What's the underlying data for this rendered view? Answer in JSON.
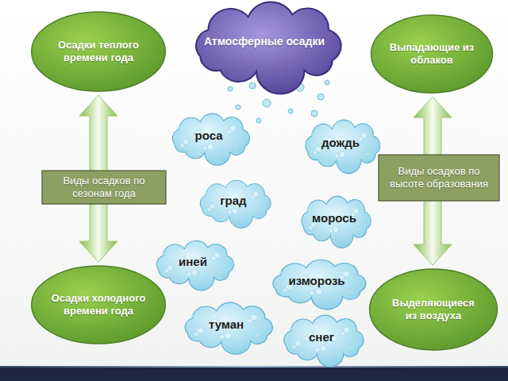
{
  "diagram": {
    "nodes": [
      {
        "text": [
          "Осадки теплого времени года"
        ]
      },
      {
        "text": [
          "Атмосферные осадки"
        ]
      },
      {
        "text": [
          "Выпадающие из облаков"
        ]
      },
      {
        "text": [
          "роса"
        ]
      },
      {
        "text": [
          "дождь"
        ]
      },
      {
        "text": [
          "Виды осадков по высоте образования"
        ]
      },
      {
        "text": [
          "Виды осадков по сезонам года"
        ]
      },
      {
        "text": [
          "град"
        ]
      },
      {
        "text": [
          "морось"
        ]
      },
      {
        "text": [
          "иней"
        ]
      },
      {
        "text": [
          "изморозь"
        ]
      },
      {
        "text": [
          "Осадки холодного времени года"
        ]
      },
      {
        "text": [
          "Выделяющиеся из воздуха"
        ]
      },
      {
        "text": [
          "туман"
        ]
      },
      {
        "text": [
          "снег"
        ]
      }
    ],
    "edges": [
      {
        "from": 0,
        "to": 11,
        "arrow": "both"
      },
      {
        "from": 2,
        "to": 12,
        "arrow": "both"
      }
    ]
  }
}
